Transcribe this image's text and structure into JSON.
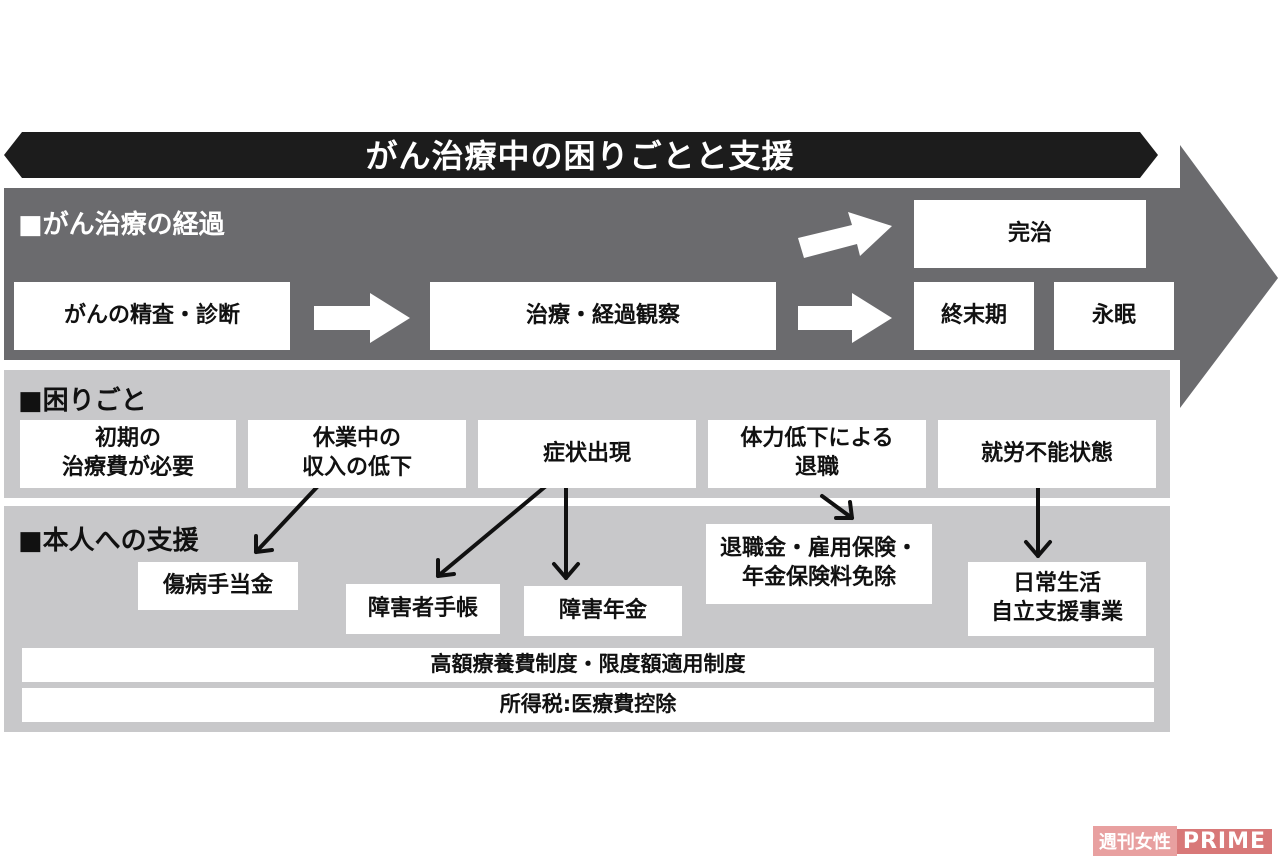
{
  "title": "がん治療中の困りごとと支援",
  "sections": {
    "course": "■がん治療の経過",
    "troubles": "■困りごと",
    "support": "■本人への支援"
  },
  "course": {
    "diagnosis": "がんの精査・診断",
    "treatment": "治療・経過観察",
    "cure": "完治",
    "terminal": "終末期",
    "death": "永眠"
  },
  "troubles": [
    "初期の\n治療費が必要",
    "休業中の\n収入の低下",
    "症状出現",
    "体力低下による\n退職",
    "就労不能状態"
  ],
  "support": {
    "sickness_allowance": "傷病手当金",
    "disability_handbook": "障害者手帳",
    "disability_pension": "障害年金",
    "retirement": "退職金・雇用保険・\n年金保険料免除",
    "daily_life": "日常生活\n自立支援事業",
    "high_cost": "高額療養費制度・限度額適用制度",
    "tax": "所得税:医療費控除"
  },
  "watermark": {
    "publisher": "週刊女性",
    "brand": "PRIME"
  },
  "colors": {
    "dark_band": "#6b6b6e",
    "light_panel": "#c8c8ca",
    "title_bar": "#1c1c1c"
  }
}
